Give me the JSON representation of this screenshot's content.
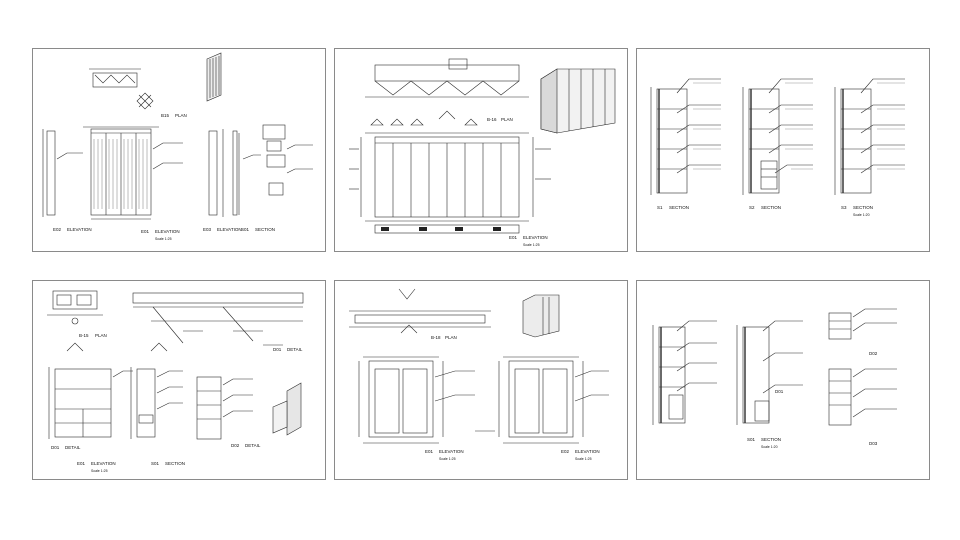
{
  "sheets": [
    {
      "id": "sheet-1",
      "labels": {
        "plan_tag": "B15",
        "plan_word": "PLAN",
        "elev_a_tag": "E02",
        "elev_b_tag": "E01",
        "elev_c_tag": "E03",
        "elev_word": "ELEVATION",
        "sect_tag": "S01",
        "sect_word": "SECTION",
        "scale": "Scale 1:25"
      }
    },
    {
      "id": "sheet-2",
      "labels": {
        "plan_tag": "B-16",
        "plan_word": "PLAN",
        "elev_tag": "E01",
        "elev_word": "ELEVATION",
        "scale": "Scale 1:25"
      }
    },
    {
      "id": "sheet-3",
      "labels": {
        "s1_tag": "S1",
        "s2_tag": "S2",
        "s3_tag": "S3",
        "sect_word": "SECTION",
        "scale": "Scale 1:20"
      }
    },
    {
      "id": "sheet-4",
      "labels": {
        "plan_tag": "B-15",
        "plan_word": "PLAN",
        "elev_tag": "E01",
        "elev_word": "ELEVATION",
        "sect_tag": "S01",
        "sect_word": "SECTION",
        "det_a_tag": "D01",
        "det_b_tag": "D02",
        "det_word": "DETAIL",
        "scale": "Scale 1:25"
      }
    },
    {
      "id": "sheet-5",
      "labels": {
        "plan_tag": "B-18",
        "plan_word": "PLAN",
        "elev_a_tag": "E01",
        "elev_b_tag": "E02",
        "elev_word": "ELEVATION",
        "scale": "Scale 1:25"
      }
    },
    {
      "id": "sheet-6",
      "labels": {
        "sect_tag": "S01",
        "sect_word": "SECTION",
        "det_a_tag": "D01",
        "det_b_tag": "D02",
        "det_c_tag": "D03",
        "scale": "Scale 1:20"
      }
    }
  ],
  "colors": {
    "line": "#2b2b2b",
    "border": "#8a8a8a",
    "watermark": "#d9d9d9"
  }
}
